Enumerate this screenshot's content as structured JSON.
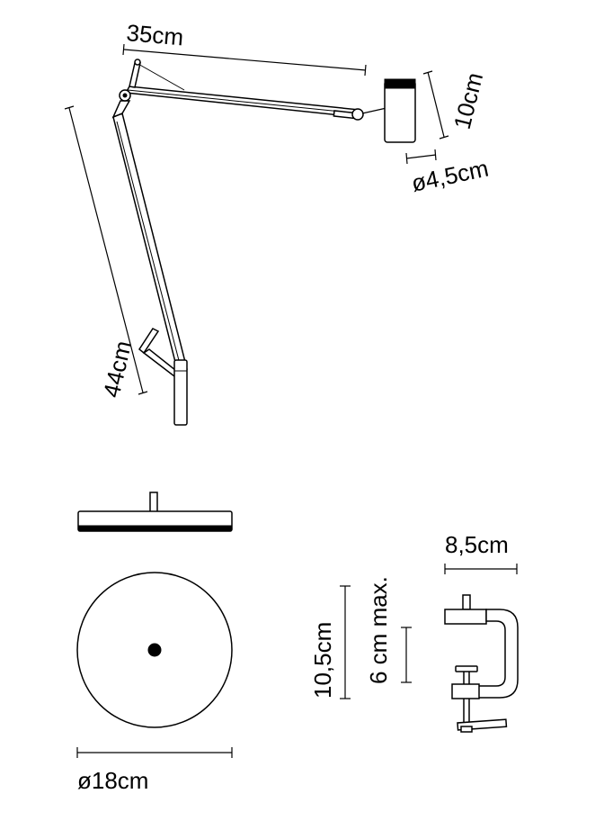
{
  "dimensions": {
    "arm_length": "35cm",
    "head_height": "10cm",
    "head_diameter": "ø4,5cm",
    "arm_height": "44cm",
    "base_diameter": "ø18cm",
    "clamp_width": "8,5cm",
    "clamp_height": "10,5cm",
    "clamp_opening": "6 cm max."
  }
}
